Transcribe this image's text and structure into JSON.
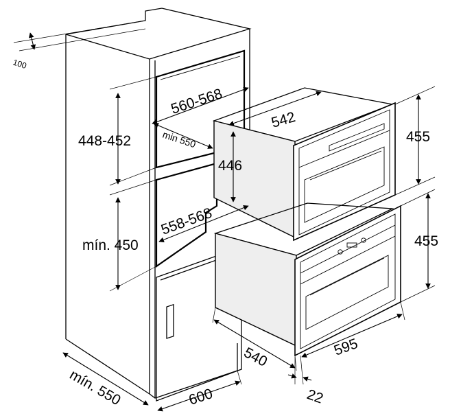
{
  "dimensions": {
    "top_gap": "100",
    "upper_niche_width": "560-568",
    "upper_niche_height": "448-452",
    "upper_niche_depth": "min 550",
    "upper_oven_width": "542",
    "upper_oven_height": "446",
    "upper_front_height": "455",
    "lower_niche_width": "558-568",
    "lower_niche_height": "mín. 450",
    "lower_front_height": "455",
    "lower_oven_depth": "540",
    "front_width": "595",
    "front_thickness": "22",
    "cabinet_depth": "mín. 550",
    "cabinet_width": "600"
  }
}
